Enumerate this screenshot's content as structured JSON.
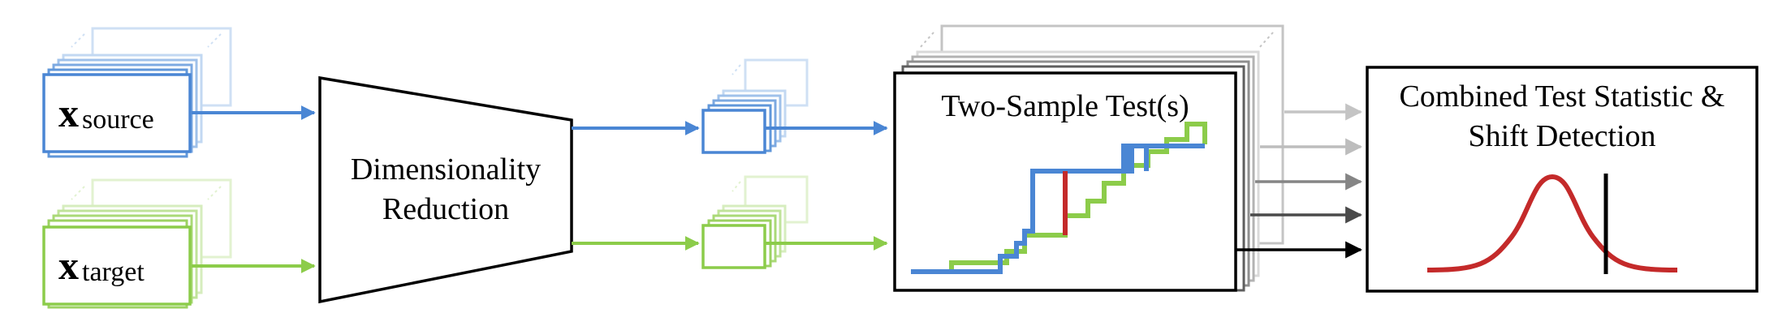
{
  "inputs": {
    "source": {
      "symbol": "x",
      "subscript": "source"
    },
    "target": {
      "symbol": "x",
      "subscript": "target"
    }
  },
  "reducer": {
    "line1": "Dimensionality",
    "line2": "Reduction"
  },
  "test": {
    "title": "Two-Sample Test(s)"
  },
  "result": {
    "line1": "Combined Test Statistic &",
    "line2": "Shift Detection"
  },
  "colors": {
    "source": "#4a86d4",
    "target": "#8ccc4a",
    "statistic": "#c42a2a",
    "frame": "#000000"
  }
}
